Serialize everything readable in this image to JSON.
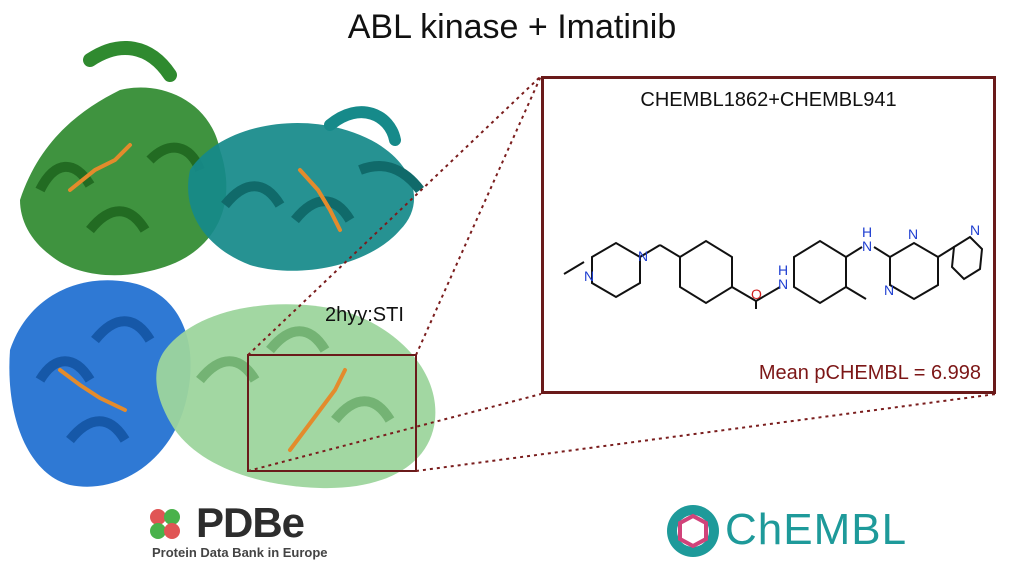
{
  "header": {
    "title": "ABL kinase + Imatinib"
  },
  "structure": {
    "pdb_label": "2hyy:STI",
    "colors": {
      "chain_a": "#2f8a2f",
      "chain_b": "#168a8a",
      "chain_c": "#1f6fd1",
      "chain_d": "#9dd59d",
      "ligand": "#e38b2c",
      "box": "#6a1a1a"
    }
  },
  "callout": {
    "compound_ids": "CHEMBL1862+CHEMBL941",
    "metric": "Mean pCHEMBL = 6.998",
    "atoms": {
      "n1": "N",
      "n2": "N",
      "o": "O",
      "nh1": "H",
      "nh1_n": "N",
      "nh2": "H",
      "nh2_n": "N",
      "pyrim_n1": "N",
      "pyrim_n2": "N",
      "pyrid_n": "N"
    }
  },
  "logos": {
    "pdbe_name": "PDBe",
    "pdbe_subtitle": "Protein Data Bank in Europe",
    "chembl_name": "ChEMBL"
  }
}
